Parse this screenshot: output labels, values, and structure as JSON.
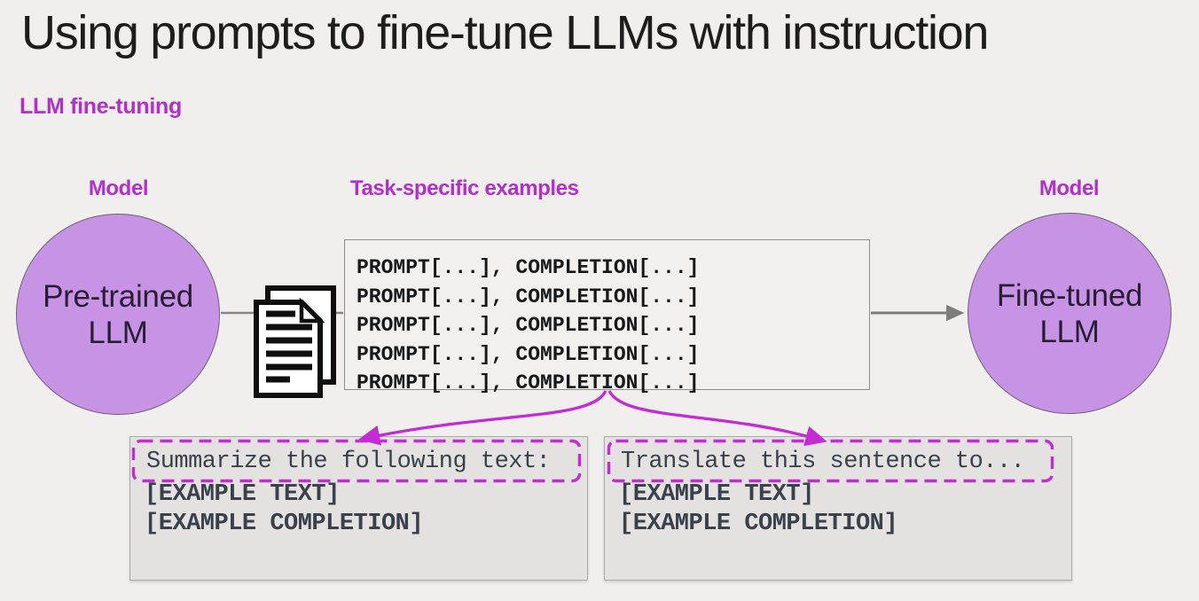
{
  "page": {
    "title": "Using prompts to fine-tune LLMs with instruction",
    "subtitle": "LLM fine-tuning"
  },
  "labels": {
    "left_model": "Model",
    "center": "Task-specific examples",
    "right_model": "Model"
  },
  "nodes": {
    "pretrained": "Pre-trained\nLLM",
    "finetuned": "Fine-tuned\nLLM"
  },
  "task_box": {
    "rows": [
      "PROMPT[...], COMPLETION[...]",
      "PROMPT[...], COMPLETION[...]",
      "PROMPT[...], COMPLETION[...]",
      "PROMPT[...], COMPLETION[...]",
      "PROMPT[...], COMPLETION[...]"
    ]
  },
  "cards": {
    "left": {
      "instruction": "Summarize the following text:",
      "rows": [
        "[EXAMPLE TEXT]",
        "[EXAMPLE COMPLETION]"
      ]
    },
    "right": {
      "instruction": "Translate this sentence to...",
      "rows": [
        "[EXAMPLE TEXT]",
        "[EXAMPLE COMPLETION]"
      ]
    }
  },
  "icons": {
    "documents": "stacked-documents"
  },
  "colors": {
    "background": "#f0efee",
    "title_text": "#1d1d1d",
    "label_magenta": "#b32fc9",
    "arrow_magenta": "#c32bd3",
    "circle_fill": "#c793e5",
    "circle_text": "#281e33",
    "connector_gray": "#7d7d7d",
    "card_bg": "#e3e2e1",
    "mono_dark": "#17181a",
    "mono_slate": "#3a414a"
  }
}
